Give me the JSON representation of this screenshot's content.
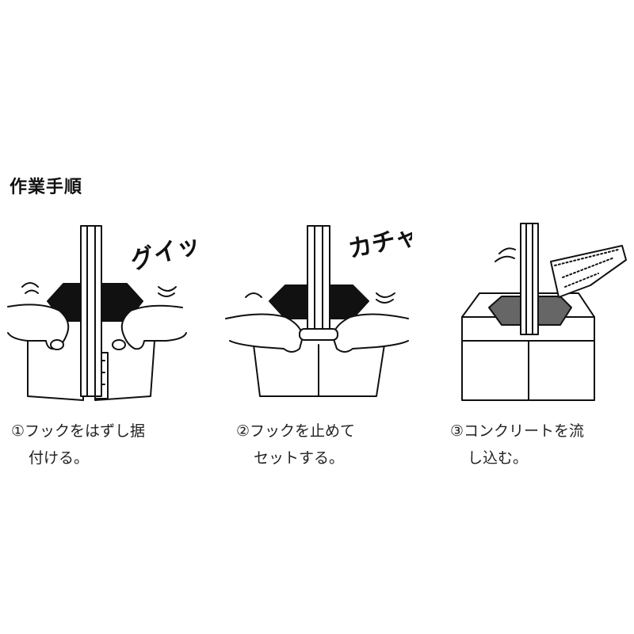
{
  "title": "作業手順",
  "steps": [
    {
      "sfx": "グイッ",
      "caption_line1": "①フックをはずし据",
      "caption_line2": "付ける。"
    },
    {
      "sfx": "カチャ",
      "caption_line1": "②フックを止めて",
      "caption_line2": "セットする。"
    },
    {
      "sfx": "",
      "caption_line1": "③コンクリートを流",
      "caption_line2": "し込む。"
    }
  ]
}
